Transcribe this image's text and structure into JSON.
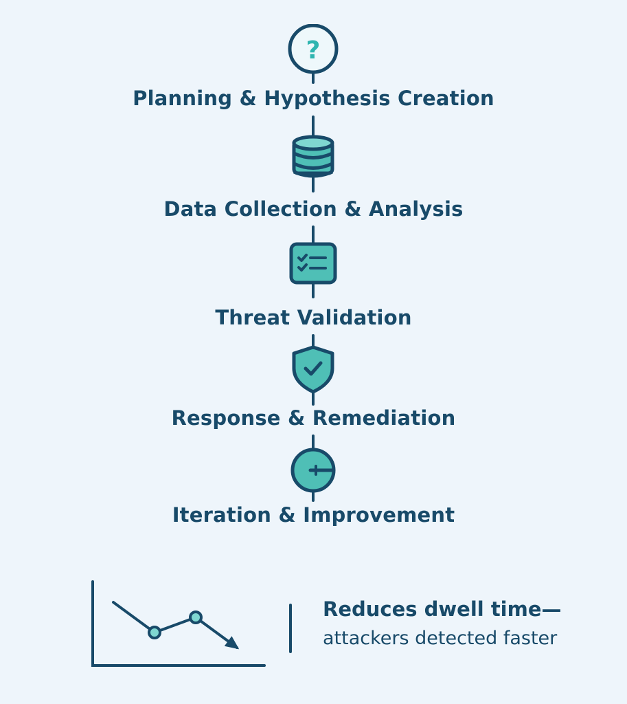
{
  "steps": [
    {
      "title": "Planning & Hypothesis Creation",
      "icon": "question-icon",
      "glyph": "?"
    },
    {
      "title": "Data Collection & Analysis",
      "icon": "database-icon"
    },
    {
      "title": "Threat Validation",
      "icon": "checklist-icon"
    },
    {
      "title": "Response & Remediation",
      "icon": "shield-check-icon"
    },
    {
      "title": "Iteration & Improvement",
      "icon": "target-icon"
    }
  ],
  "callout": {
    "headline": "Reduces dwell time—",
    "subline": "attackers detected faster"
  },
  "trend_chart": {
    "icon": "downward-trend-chart-icon",
    "points": [
      {
        "x": 1,
        "y": 4
      },
      {
        "x": 3,
        "y": 2
      },
      {
        "x": 5,
        "y": 3
      },
      {
        "x": 7,
        "y": 1
      }
    ],
    "xlim": [
      0,
      8
    ],
    "ylim": [
      0,
      5
    ]
  },
  "colors": {
    "primary": "#184a69",
    "accent": "#2fb5b0",
    "accent_light": "#7fd7d1",
    "background": "#eef5fb"
  }
}
